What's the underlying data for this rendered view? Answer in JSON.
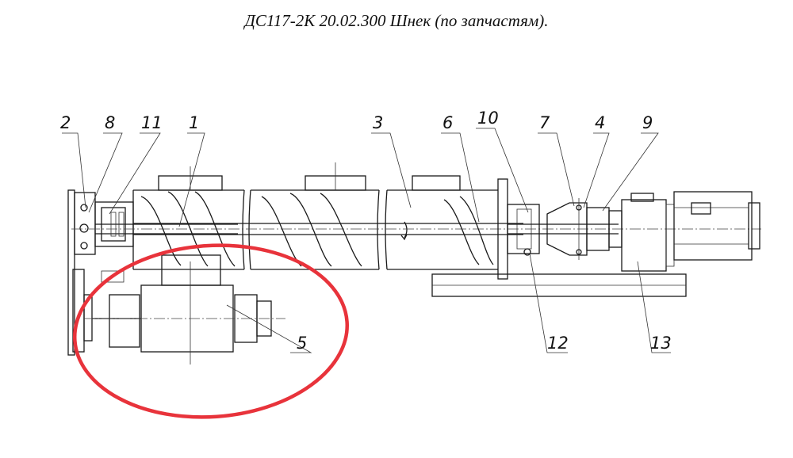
{
  "title": "ДС117-2К 20.02.300 Шнек (по запчастям).",
  "callouts": [
    "2",
    "8",
    "11",
    "1",
    "3",
    "6",
    "10",
    "7",
    "4",
    "9",
    "5",
    "12",
    "13"
  ],
  "highlight_color": "#e8333b"
}
